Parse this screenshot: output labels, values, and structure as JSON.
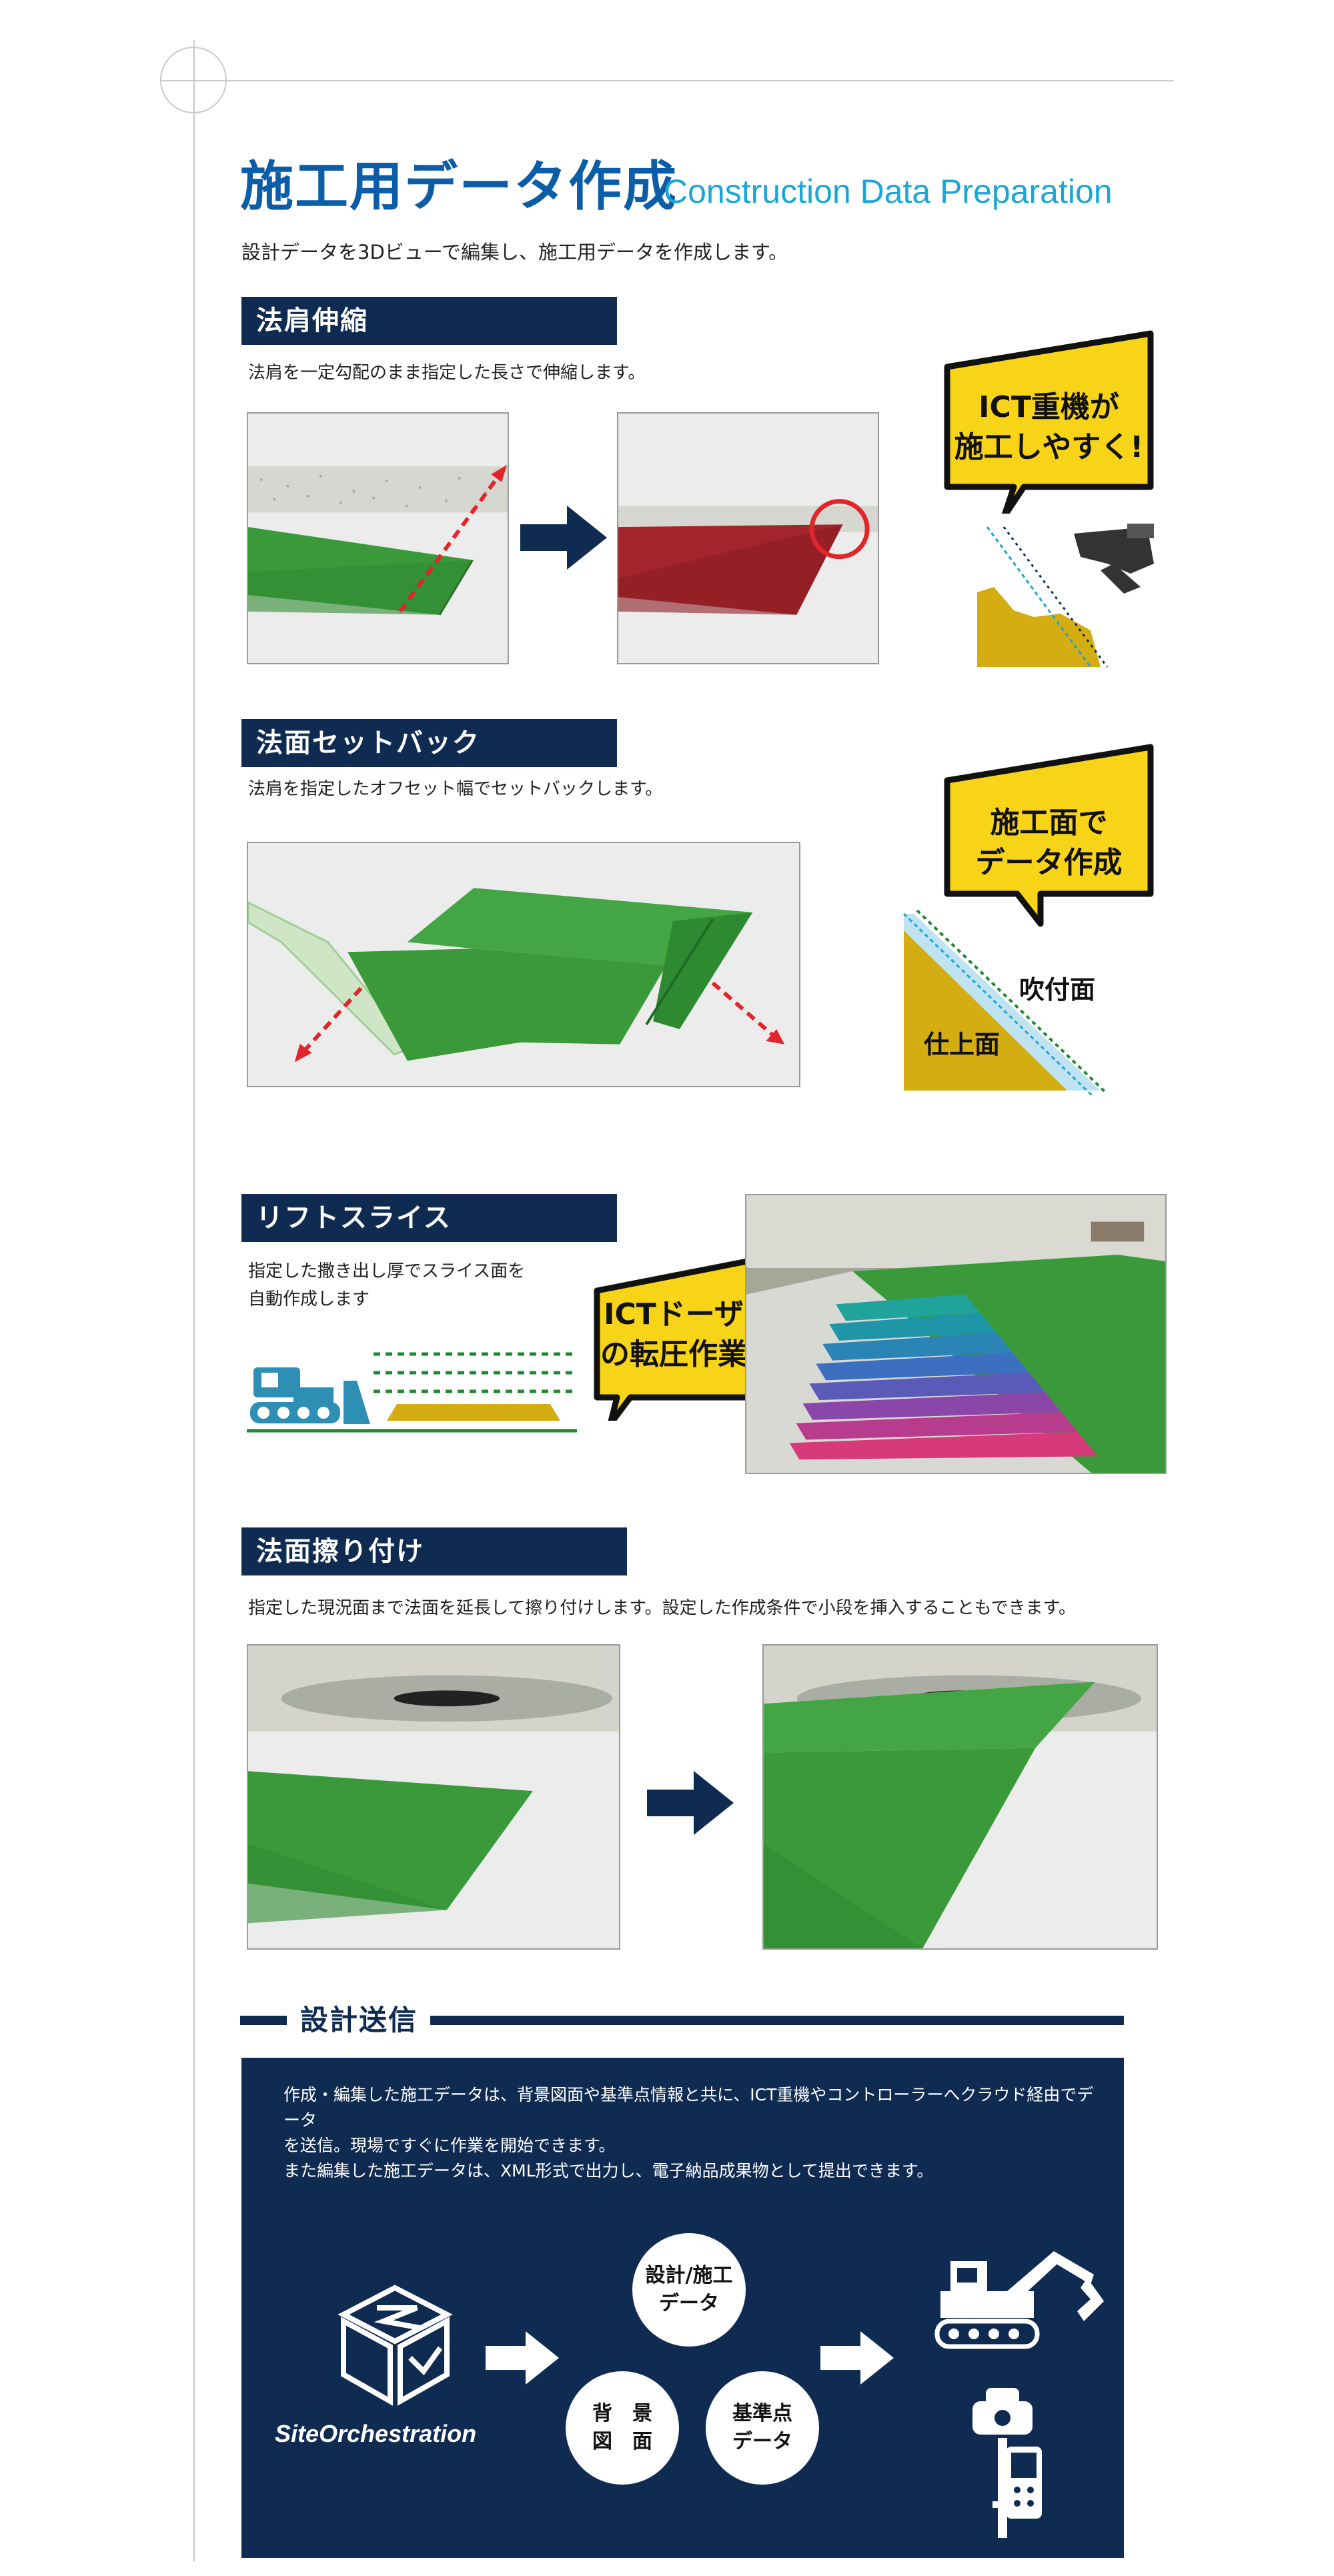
{
  "header": {
    "title": "施工用データ作成",
    "title_en": "Construction Data Preparation",
    "intro": "設計データを3Dビューで編集し、施工用データを作成します。"
  },
  "sections": [
    {
      "title": "法肩伸縮",
      "desc": "法肩を一定勾配のまま指定した長さで伸縮します。",
      "bubble_lines": [
        "ICT重機が",
        "施工しやすく!"
      ]
    },
    {
      "title": "法面セットバック",
      "desc": "法肩を指定したオフセット幅でセットバックします。",
      "bubble_lines": [
        "施工面で",
        "データ作成"
      ],
      "labels": {
        "spray": "吹付面",
        "finish": "仕上面"
      }
    },
    {
      "title": "リフトスライス",
      "desc_lines": [
        "指定した撒き出し厚でスライス面を",
        "自動作成します"
      ],
      "bubble_lines": [
        "ICTドーザ",
        "の転圧作業"
      ]
    },
    {
      "title": "法面擦り付け",
      "desc": "指定した現況面まで法面を延長して擦り付けします。設定した作成条件で小段を挿入することもできます。"
    }
  ],
  "send": {
    "title": "設計送信",
    "desc_lines": [
      "作成・編集した施工データは、背景図面や基準点情報と共に、ICT重機やコントローラーへクラウド経由でデータ",
      "を送信。現場ですぐに作業を開始できます。",
      "また編集した施工データは、XML形式で出力し、電子納品成果物として提出できます。"
    ],
    "logo": "SiteOrchestration",
    "circles": {
      "design": [
        "設計/施工",
        "データ"
      ],
      "background": [
        "背　景",
        "図　面"
      ],
      "control": [
        "基準点",
        "データ"
      ]
    }
  },
  "colors": {
    "navy": "#0f2b52",
    "title_blue": "#0b5da8",
    "accent_cyan": "#1ba6d6",
    "slope_green": "#3a9a3a",
    "slope_red": "#a3242a",
    "bubble_yellow": "#f7d417",
    "earth_yellow": "#d3ad12",
    "arrow_red": "#e0262a"
  },
  "icons": [
    "crosshair-icon",
    "right-arrow-icon",
    "excavator-icon",
    "bulldozer-icon",
    "gnss-receiver-icon",
    "controller-icon",
    "site-orchestration-logo"
  ]
}
